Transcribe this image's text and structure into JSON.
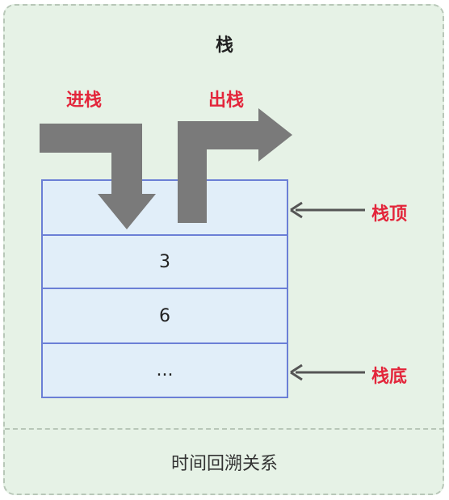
{
  "title": "栈",
  "push_label": "进栈",
  "pop_label": "出栈",
  "top_label": "栈顶",
  "bottom_label": "栈底",
  "cells": [
    "",
    "3",
    "6",
    "..."
  ],
  "footer": "时间回溯关系",
  "colors": {
    "accent": "#e3263b",
    "cell_fill": "#e1eef9",
    "cell_border": "#6b7fd6",
    "arrow": "#7a7a7a",
    "background": "#e6f2e6"
  }
}
